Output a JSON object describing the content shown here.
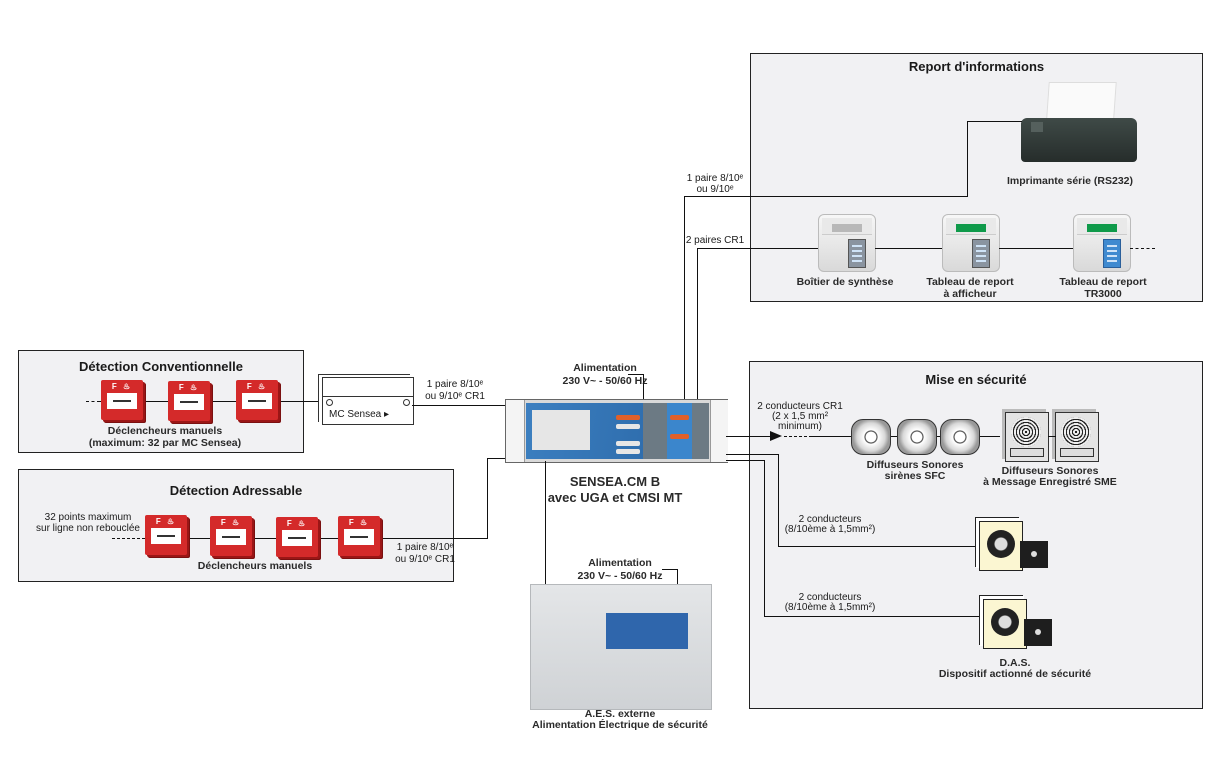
{
  "panels": {
    "report": {
      "title": "Report d'informations",
      "printer_label": "Imprimante série (RS232)",
      "devices": [
        {
          "label_l1": "Boîtier de synthèse",
          "label_l2": "",
          "screen_color": "#b8b8b8",
          "doc_style": "grey"
        },
        {
          "label_l1": "Tableau de report",
          "label_l2": "à afficheur",
          "screen_color": "#0f9a4a",
          "doc_style": "grey"
        },
        {
          "label_l1": "Tableau de report",
          "label_l2": "TR3000",
          "screen_color": "#0f9a4a",
          "doc_style": "blue"
        }
      ]
    },
    "conventional": {
      "title": "Détection Conventionnelle",
      "caption_l1": "Déclencheurs manuels",
      "caption_l2": "(maximum: 32 par MC Sensea)",
      "callpoint_text": "F 🔥",
      "callpoint_count": 3
    },
    "addressable": {
      "title": "Détection Adressable",
      "note_l1": "32 points maximum",
      "note_l2": "sur ligne non rebouclée",
      "caption": "Déclencheurs manuels",
      "callpoint_count": 4
    },
    "safety": {
      "title": "Mise en sécurité",
      "line1_l1": "2 conducteurs CR1",
      "line1_l2": "(2 x 1,5 mm²",
      "line1_l3": "minimum)",
      "sirens_l1": "Diffuseurs Sonores",
      "sirens_l2": "sirènes SFC",
      "sme_l1": "Diffuseurs Sonores",
      "sme_l2": "à Message Enregistré SME",
      "line2_l1": "2 conducteurs",
      "line2_l2": "(8/10ème à 1,5mm²)",
      "line3_l1": "2 conducteurs",
      "line3_l2": "(8/10ème à 1,5mm²)",
      "das_l1": "D.A.S.",
      "das_l2": "Dispositif actionné de sécurité"
    }
  },
  "module": {
    "label": "MC Sensea ▸"
  },
  "links": {
    "conv_l1": "1 paire 8/10ᵉ",
    "conv_l2": "ou 9/10ᵉ CR1",
    "addr_l1": "1 paire 8/10ᵉ",
    "addr_l2": "ou 9/10ᵉ CR1",
    "printer_l1": "1 paire 8/10ᵉ",
    "printer_l2": "ou 9/10ᵉ",
    "report_l1": "2 paires CR1"
  },
  "central": {
    "power_l1": "Alimentation",
    "power_l2": "230 V~ - 50/60 Hz",
    "name_l1": "SENSEA.CM B",
    "name_l2": "avec UGA et CMSI MT"
  },
  "aes": {
    "power_l1": "Alimentation",
    "power_l2": "230 V~ - 50/60 Hz",
    "label_l1": "A.E.S. externe",
    "label_l2": "Alimentation Électrique de sécurité"
  }
}
